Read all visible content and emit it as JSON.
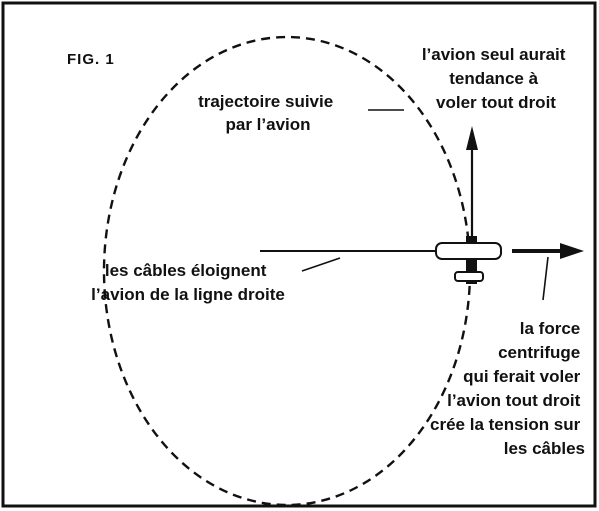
{
  "figure": {
    "title": "FIG. 1"
  },
  "labels": {
    "trajectory": [
      "trajectoire suivie",
      "par l’avion"
    ],
    "plane_alone": [
      "l’avion seul aurait",
      "tendance à",
      "voler tout droit"
    ],
    "cables": [
      "les câbles éloignent",
      "l’avion de la ligne droite"
    ],
    "centrifugal": [
      "la force",
      "centrifuge",
      "qui ferait voler",
      "l’avion tout droit",
      "crée la tension sur",
      "les câbles"
    ]
  },
  "colors": {
    "ink": "#111111",
    "background": "#ffffff"
  }
}
